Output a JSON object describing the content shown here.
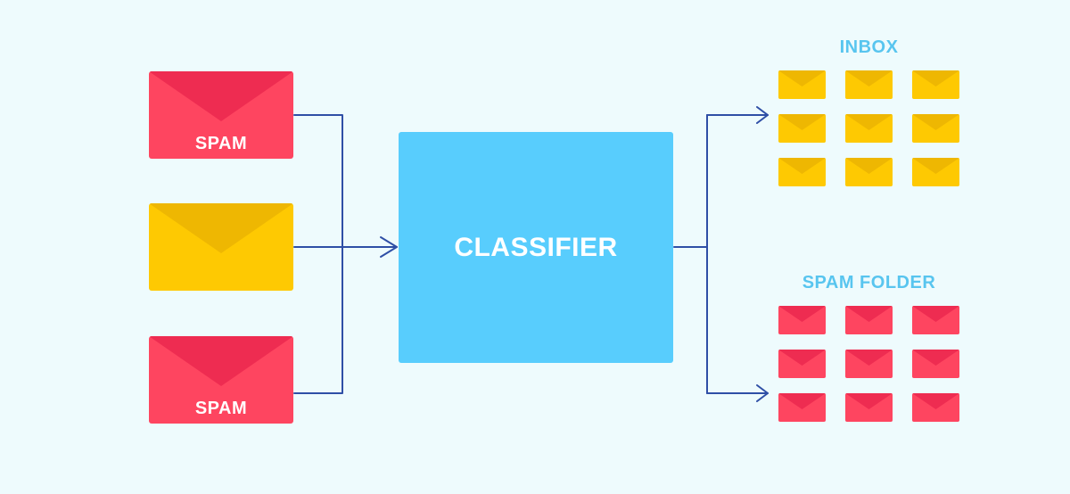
{
  "diagram": {
    "classifier": {
      "label": "CLASSIFIER"
    },
    "inputs": [
      {
        "kind": "spam",
        "label": "SPAM"
      },
      {
        "kind": "ham",
        "label": ""
      },
      {
        "kind": "spam",
        "label": "SPAM"
      }
    ],
    "outputs": {
      "inbox": {
        "title": "INBOX",
        "count": 9,
        "kind": "ham"
      },
      "spam_folder": {
        "title": "SPAM FOLDER",
        "count": 9,
        "kind": "spam"
      }
    }
  },
  "colors": {
    "background": "#eefbfd",
    "spam_body": "#fe4560",
    "spam_flap": "#ee2c51",
    "ham_body": "#fec902",
    "ham_flap": "#eeb702",
    "classifier": "#58cdfd",
    "title_text": "#58c5ef",
    "connector": "#2f4fa6"
  }
}
